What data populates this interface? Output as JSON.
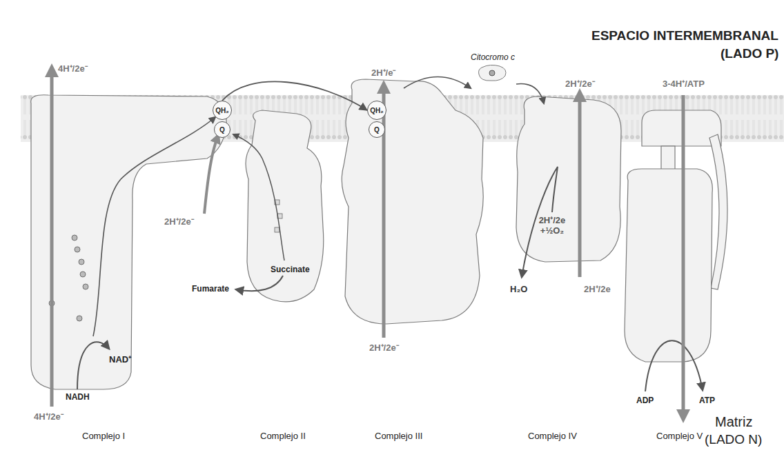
{
  "diagram": {
    "nodes": [
      {
        "text": [
          "QH₂"
        ]
      },
      {
        "text": [
          "Q"
        ]
      },
      {
        "text": [
          "QH₂"
        ]
      },
      {
        "text": [
          "Q"
        ]
      },
      {
        "text": [
          "Citocromo c"
        ]
      }
    ],
    "edges": [
      {
        "from": 0,
        "to": 2,
        "arrow": "to"
      }
    ],
    "labels": [
      "ESPACIO INTERMEMBRANAL",
      "(LADO P)",
      "4H⁺/2e⁻",
      "2H⁺/e⁻",
      "2H⁺/2e⁻",
      "3-4H⁺/ATP",
      "2H⁺/2e⁻",
      "2H⁺/2e +½O₂",
      "Succinate",
      "Fumarate",
      "NAD⁺",
      "H₂O",
      "2H⁺/2e",
      "2H⁺/2e⁻",
      "NADH",
      "ADP",
      "ATP",
      "4H⁺/2e⁻",
      "Complejo I",
      "Complejo II",
      "Complejo III",
      "Complejo IV",
      "Complejo V",
      "Matriz",
      "(LADO N)"
    ]
  }
}
